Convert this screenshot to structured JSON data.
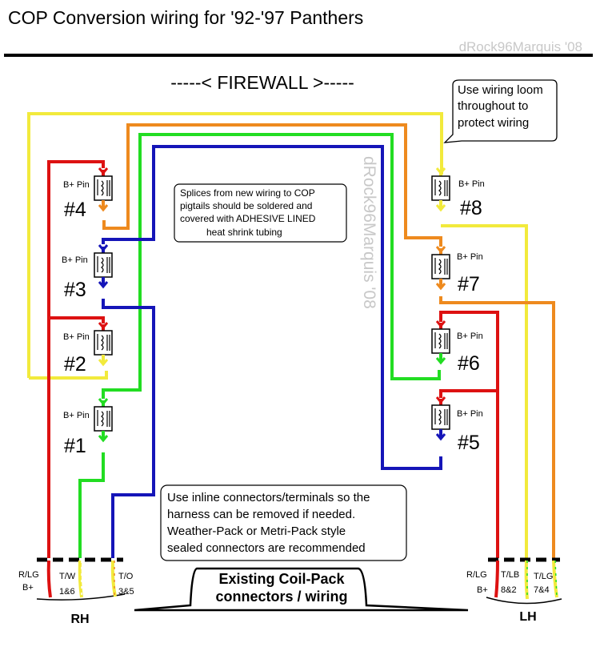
{
  "title": "COP Conversion wiring for '92-'97 Panthers",
  "watermark": "dRock96Marquis '08",
  "firewall_label": "-----< FIREWALL >-----",
  "notes": {
    "loom": [
      "Use wiring loom",
      "throughout to",
      "protect wiring"
    ],
    "splices": [
      "Splices from new wiring to COP",
      "pigtails should be soldered and",
      "covered with ADHESIVE LINED",
      "heat shrink tubing"
    ],
    "inline": [
      "Use inline connectors/terminals so the",
      "harness can be removed if needed.",
      "Weather-Pack or Metri-Pack style",
      "sealed connectors are recommended"
    ]
  },
  "existing_label": [
    "Existing Coil-Pack",
    "connectors / wiring"
  ],
  "bplus_pin": "B+ Pin",
  "coils": [
    "#4",
    "#3",
    "#2",
    "#1",
    "#8",
    "#7",
    "#6",
    "#5"
  ],
  "connectors": {
    "rh": {
      "name": "RH",
      "wires": [
        [
          "R/LG",
          "B+"
        ],
        [
          "T/W",
          "1&6"
        ],
        [
          "T/O",
          "3&5"
        ]
      ]
    },
    "lh": {
      "name": "LH",
      "wires": [
        [
          "R/LG",
          "B+"
        ],
        [
          "T/LB",
          "8&2"
        ],
        [
          "T/LG",
          "7&4"
        ]
      ]
    }
  },
  "wire_colors": {
    "red": "#dd1111",
    "yellow": "#f2ea3c",
    "orange": "#ee8a1e",
    "green": "#22dd22",
    "blue": "#1515b8"
  }
}
